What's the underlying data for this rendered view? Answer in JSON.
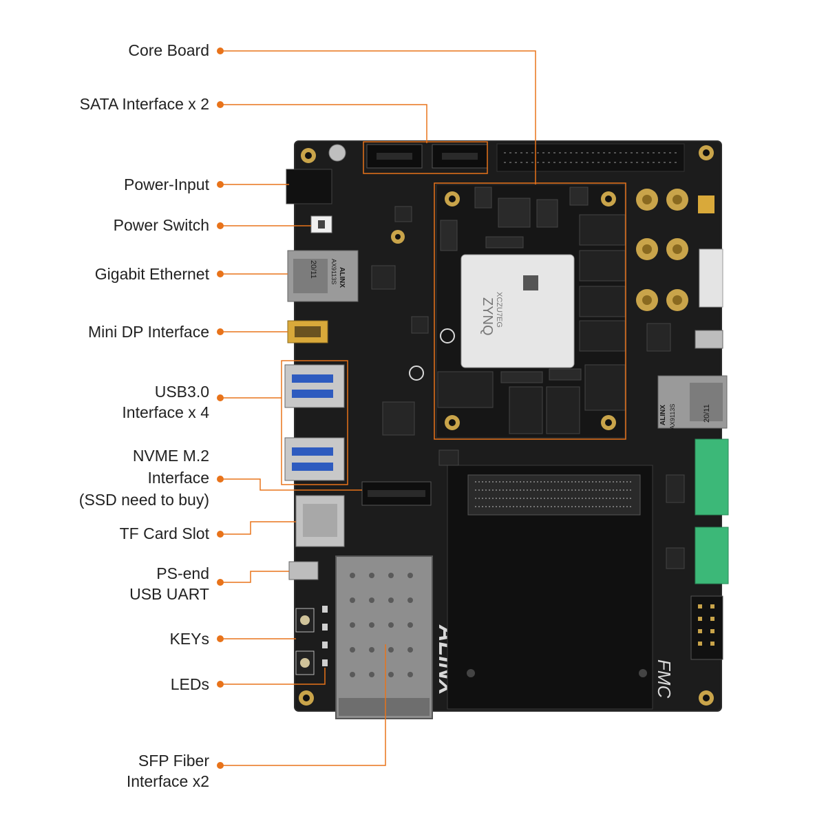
{
  "colors": {
    "leader": "#e8731a",
    "board": "#1c1c1c",
    "board_edge": "#2b2b2b",
    "silkscreen": "#d9d9d9",
    "fpga_chip": "#e6e6e6",
    "gold": "#c9a44a",
    "terminal_green": "#3cb878",
    "text": "#222222"
  },
  "labels": [
    {
      "id": "core-board",
      "lines": [
        "Core Board"
      ]
    },
    {
      "id": "sata",
      "lines": [
        "SATA Interface x 2"
      ]
    },
    {
      "id": "power-input",
      "lines": [
        "Power-Input"
      ]
    },
    {
      "id": "power-switch",
      "lines": [
        "Power Switch"
      ]
    },
    {
      "id": "gigabit-ethernet",
      "lines": [
        "Gigabit Ethernet"
      ]
    },
    {
      "id": "mini-dp",
      "lines": [
        "Mini DP Interface"
      ]
    },
    {
      "id": "usb3",
      "lines": [
        "USB3.0",
        "Interface x 4"
      ]
    },
    {
      "id": "nvme",
      "lines": [
        "NVME M.2",
        "Interface",
        "(SSD need to buy)"
      ]
    },
    {
      "id": "tf-card",
      "lines": [
        "TF Card Slot"
      ]
    },
    {
      "id": "usb-uart",
      "lines": [
        "PS-end",
        "USB UART"
      ]
    },
    {
      "id": "keys",
      "lines": [
        "KEYs"
      ]
    },
    {
      "id": "leds",
      "lines": [
        "LEDs"
      ]
    },
    {
      "id": "sfp",
      "lines": [
        "SFP Fiber",
        "Interface x2"
      ]
    }
  ],
  "board_marks": {
    "brand": "ALINX",
    "fpga_text": "ZYNQ",
    "fpga_part": "XCZU7EG",
    "fmc": "FMC",
    "ethernet_brand": "ALINX",
    "ethernet_part": "AX9113S",
    "ethernet_date": "20/11"
  }
}
